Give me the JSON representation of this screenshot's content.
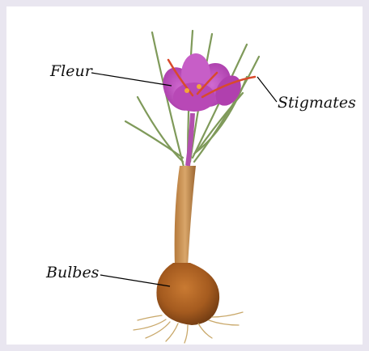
{
  "labels": {
    "flower": "Fleur",
    "stigmas": "Stigmates",
    "bulb": "Bulbes"
  },
  "colors": {
    "background": "#e9e6f0",
    "petal": "#c44fc0",
    "stigma": "#d94a2b",
    "leaf": "#7f9a5a",
    "stem": "#c98d4c",
    "bulb": "#a55b1f"
  }
}
